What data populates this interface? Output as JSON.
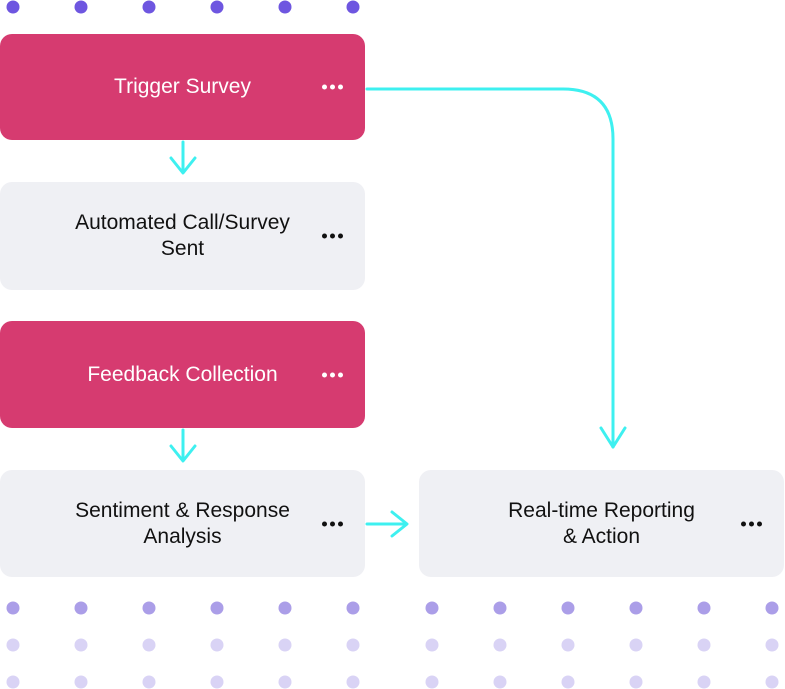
{
  "nodes": [
    {
      "id": "trigger-survey",
      "label": "Trigger Survey",
      "style": "pink"
    },
    {
      "id": "automated-call-survey-sent",
      "label": "Automated Call/Survey\nSent",
      "style": "gray"
    },
    {
      "id": "feedback-collection",
      "label": "Feedback Collection",
      "style": "pink"
    },
    {
      "id": "sentiment-response-analysis",
      "label": "Sentiment & Response\nAnalysis",
      "style": "gray"
    },
    {
      "id": "realtime-reporting-action",
      "label": "Real-time Reporting\n& Action",
      "style": "gray"
    }
  ],
  "edges": [
    {
      "from": "trigger-survey",
      "to": "automated-call-survey-sent"
    },
    {
      "from": "feedback-collection",
      "to": "sentiment-response-analysis"
    },
    {
      "from": "sentiment-response-analysis",
      "to": "realtime-reporting-action"
    },
    {
      "from": "trigger-survey",
      "to": "realtime-reporting-action"
    }
  ],
  "icons": {
    "node_menu": "more-horizontal-icon"
  },
  "colors": {
    "accent_pink": "#d63b70",
    "node_gray": "#eff0f4",
    "arrow": "#3ef0f0",
    "dot_dark": "#6e56e0",
    "dot_mid": "#ab9ee8",
    "dot_light": "#d9d3f5"
  }
}
